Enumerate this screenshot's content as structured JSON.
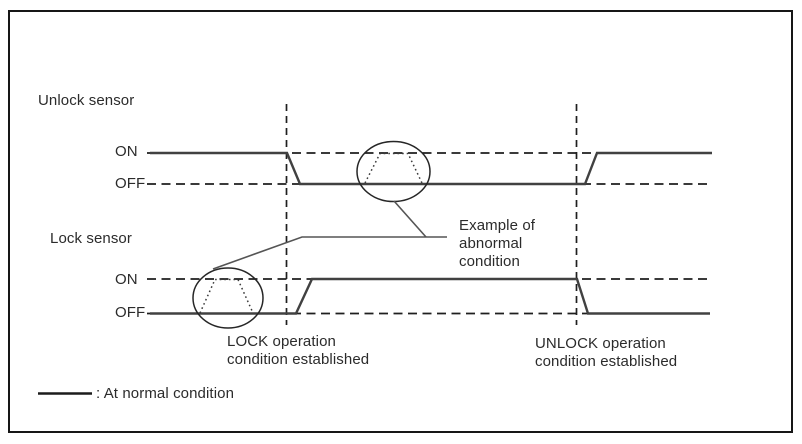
{
  "unlock_sensor": {
    "label": "Unlock sensor",
    "on_label": "ON",
    "off_label": "OFF",
    "states": [
      "ON",
      "OFF",
      "ON"
    ],
    "has_circled_abnormal_pulse": true
  },
  "lock_sensor": {
    "label": "Lock sensor",
    "on_label": "ON",
    "off_label": "OFF",
    "states": [
      "OFF",
      "ON",
      "OFF"
    ],
    "has_circled_abnormal_pulse": true
  },
  "events": {
    "lock": {
      "label": "LOCK operation\ncondition established"
    },
    "unlock": {
      "label": "UNLOCK operation\ncondition established"
    }
  },
  "annotation": {
    "label": "Example of\nabnormal\ncondition"
  },
  "legend": {
    "label": ": At normal condition"
  },
  "colors": {
    "signal_line": "#414141",
    "dashed_line": "#1f1f1f",
    "outline": "#262626",
    "dotted_pulse": "#3a3a3a",
    "leader_line": "#555555",
    "legend_line": "#1c1c1c",
    "text": "#2b2b2b",
    "frame": "#161616",
    "background": "#ffffff"
  }
}
